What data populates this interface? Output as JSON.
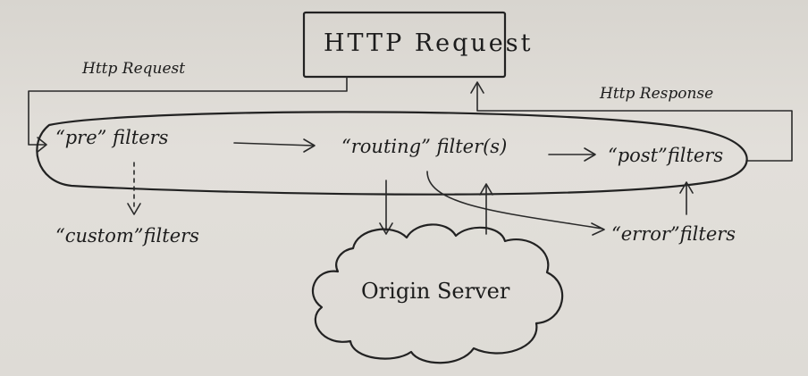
{
  "nodes": {
    "http_request": "HTTP Request",
    "pre_filters": "“pre” filters",
    "routing_filters": "“routing” filter(s)",
    "post_filters": "“post”filters",
    "custom_filters": "“custom”filters",
    "error_filters": "“error”filters",
    "origin_server": "Origin Server"
  },
  "edges": {
    "http_request_label": "Http Request",
    "http_response_label": "Http Response"
  }
}
